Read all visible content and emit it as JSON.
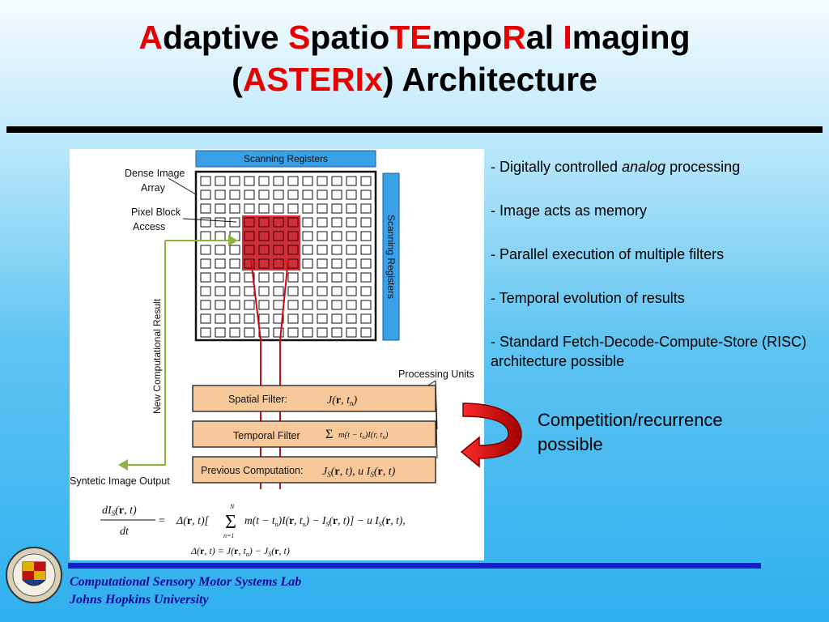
{
  "title": {
    "l1_a": "A",
    "l1_b": "daptive ",
    "l1_c": "S",
    "l1_d": "patio",
    "l1_e": "TE",
    "l1_f": "mpo",
    "l1_g": "R",
    "l1_h": "al ",
    "l1_i": "I",
    "l1_j": "maging",
    "l2_a": "(",
    "l2_b": "ASTERIx",
    "l2_c": ") Architecture"
  },
  "figure": {
    "scanning_registers_top": "Scanning Registers",
    "scanning_registers_side": "Scanning Registers",
    "dense_image_array_1": "Dense Image",
    "dense_image_array_2": "Array",
    "pixel_block_1": "Pixel Block",
    "pixel_block_2": "Access",
    "new_computational_result": "New Computational Result",
    "processing_units": "Processing Units",
    "spatial_filter": "Spatial Filter:",
    "temporal_filter": "Temporal Filter",
    "previous_computation": "Previous Computation:",
    "synthetic_output": "Syntetic Image Output"
  },
  "bullets": [
    "- Digitally controlled ",
    "analog",
    " processing",
    "- Image acts as memory",
    "- Parallel execution of multiple filters",
    "- Temporal evolution of results",
    "- Standard Fetch-Decode-Compute-Store (RISC) architecture possible"
  ],
  "note": "Competition/recurrence possible",
  "footer": {
    "lab": "Computational Sensory Motor Systems Lab",
    "university": "Johns Hopkins University"
  },
  "colors": {
    "accent_red": "#e80000",
    "register_blue": "#3aa0e8",
    "filter_box": "#f7c89a",
    "highlight_block": "#c80a14",
    "wire_green": "#8ab43a",
    "footer_blue": "#0a0a9a"
  }
}
